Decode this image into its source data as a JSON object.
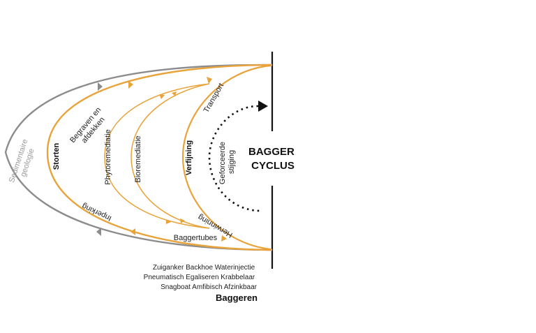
{
  "colors": {
    "orange": "#e8a33a",
    "grey": "#8c8c8c",
    "black": "#111111"
  },
  "center": {
    "line1": "BAGGER",
    "line2": "CYCLUS"
  },
  "labels": {
    "sediment_1": "Sedimentaire",
    "sediment_2": "geologie",
    "begraven_1": "Begraven en",
    "begraven_2": "afdekken",
    "storten": "Storten",
    "phytoremediatie": "Phytoremediatie",
    "bioremediatie": "Bioremediatie",
    "verfijning": "Verfijning",
    "transport": "Transport",
    "geforceerde_1": "Geforceerde",
    "geforceerde_2": "stijging",
    "inperking": "Inperking",
    "herwinning": "Herwinning",
    "baggertubes": "Baggertubes"
  },
  "methods": [
    "Zuiganker Backhoe Waterinjectie",
    "Pneumatisch Egaliseren Krabbelaar",
    "Snagboat Amfibisch Afzinkbaar"
  ],
  "baggeren": "Baggeren"
}
